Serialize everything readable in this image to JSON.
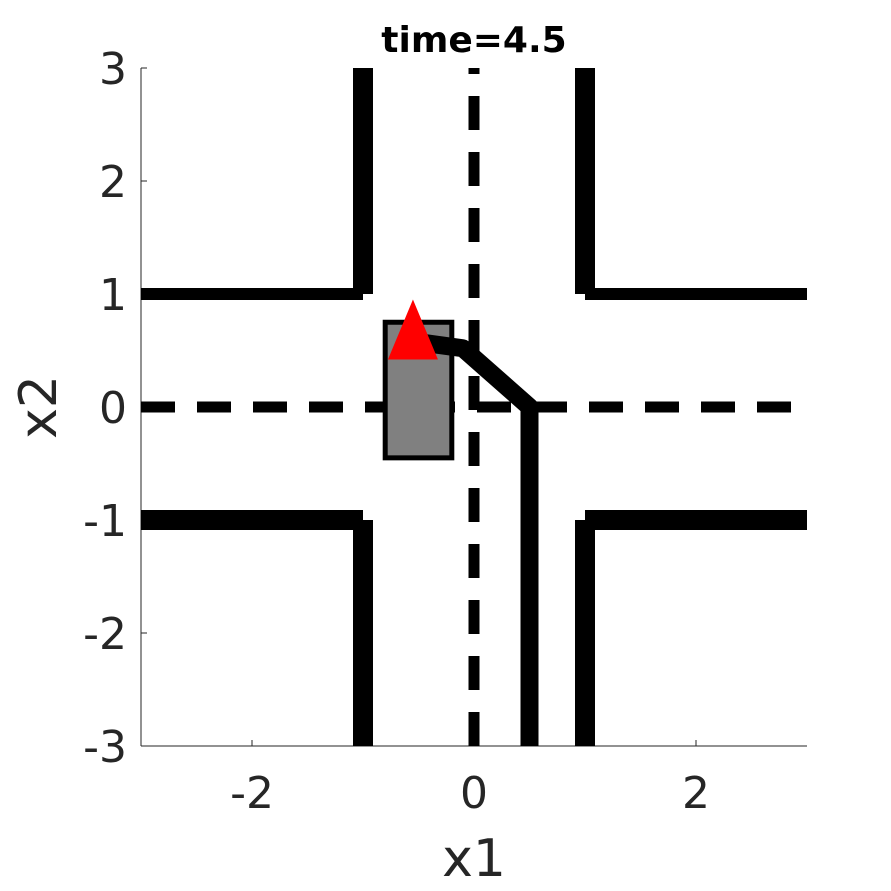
{
  "chart_data": {
    "type": "line",
    "title": "time=4.5",
    "xlabel": "x1",
    "ylabel": "x2",
    "xlim": [
      -3,
      3
    ],
    "ylim": [
      -3,
      3
    ],
    "x_ticks": [
      {
        "value": -2,
        "label": "-2"
      },
      {
        "value": 0,
        "label": "0"
      },
      {
        "value": 2,
        "label": "2"
      }
    ],
    "y_ticks": [
      {
        "value": 3,
        "label": "3"
      },
      {
        "value": 2,
        "label": "2"
      },
      {
        "value": 1,
        "label": "1"
      },
      {
        "value": 0,
        "label": "0"
      },
      {
        "value": -1,
        "label": "-1"
      },
      {
        "value": -2,
        "label": "-2"
      },
      {
        "value": -3,
        "label": "-3"
      }
    ],
    "grid": false,
    "road_boundaries": [
      {
        "name": "lower-left horizontal",
        "points": [
          [
            -3,
            -1
          ],
          [
            -1,
            -1
          ]
        ]
      },
      {
        "name": "lower-left vertical",
        "points": [
          [
            -1,
            -1
          ],
          [
            -1,
            -3
          ]
        ]
      },
      {
        "name": "lower-right horizontal",
        "points": [
          [
            1,
            -1
          ],
          [
            3,
            -1
          ]
        ]
      },
      {
        "name": "lower-right vertical",
        "points": [
          [
            1,
            -1
          ],
          [
            1,
            -3
          ]
        ]
      },
      {
        "name": "upper-left horizontal",
        "points": [
          [
            -3,
            1
          ],
          [
            -1,
            1
          ]
        ]
      },
      {
        "name": "upper-left vertical",
        "points": [
          [
            -1,
            1
          ],
          [
            -1,
            3
          ]
        ]
      },
      {
        "name": "upper-right horizontal",
        "points": [
          [
            1,
            1
          ],
          [
            3,
            1
          ]
        ]
      },
      {
        "name": "upper-right vertical",
        "points": [
          [
            1,
            1
          ],
          [
            1,
            3
          ]
        ]
      }
    ],
    "lane_centerlines": [
      {
        "name": "horizontal centerline",
        "points": [
          [
            -3,
            0
          ],
          [
            3,
            0
          ]
        ]
      },
      {
        "name": "vertical centerline",
        "points": [
          [
            0,
            -3
          ],
          [
            0,
            3
          ]
        ]
      }
    ],
    "trajectory": {
      "color": "#000000",
      "points": [
        [
          0.5,
          -3
        ],
        [
          0.5,
          0
        ],
        [
          -0.1,
          0.52
        ],
        [
          -0.55,
          0.58
        ]
      ]
    },
    "vehicle": {
      "color": "#808080",
      "outline": "#000000",
      "x_range": [
        -0.8,
        -0.2
      ],
      "y_range": [
        -0.45,
        0.75
      ]
    },
    "position_marker": {
      "shape": "triangle",
      "color": "#ff0000",
      "x": -0.55,
      "y": 0.58
    }
  }
}
